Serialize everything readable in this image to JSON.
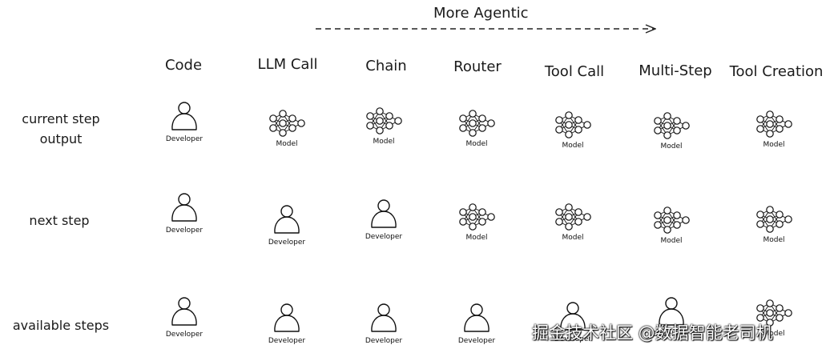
{
  "title": "More Agentic",
  "columns": [
    "Code",
    "LLM Call",
    "Chain",
    "Router",
    "Tool Call",
    "Multi-Step",
    "Tool Creation"
  ],
  "rows": [
    {
      "label_lines": [
        "current step",
        "output"
      ],
      "cells": [
        "developer",
        "model",
        "model",
        "model",
        "model",
        "model",
        "model"
      ]
    },
    {
      "label_lines": [
        "next step"
      ],
      "cells": [
        "developer",
        "developer",
        "developer",
        "model",
        "model",
        "model",
        "model"
      ]
    },
    {
      "label_lines": [
        "available steps"
      ],
      "cells": [
        "developer",
        "developer",
        "developer",
        "developer",
        "developer",
        "developer",
        "model"
      ]
    }
  ],
  "icon_labels": {
    "developer": "Developer",
    "model": "Model"
  },
  "watermark": "掘金技术社区 @数据智能老司机"
}
